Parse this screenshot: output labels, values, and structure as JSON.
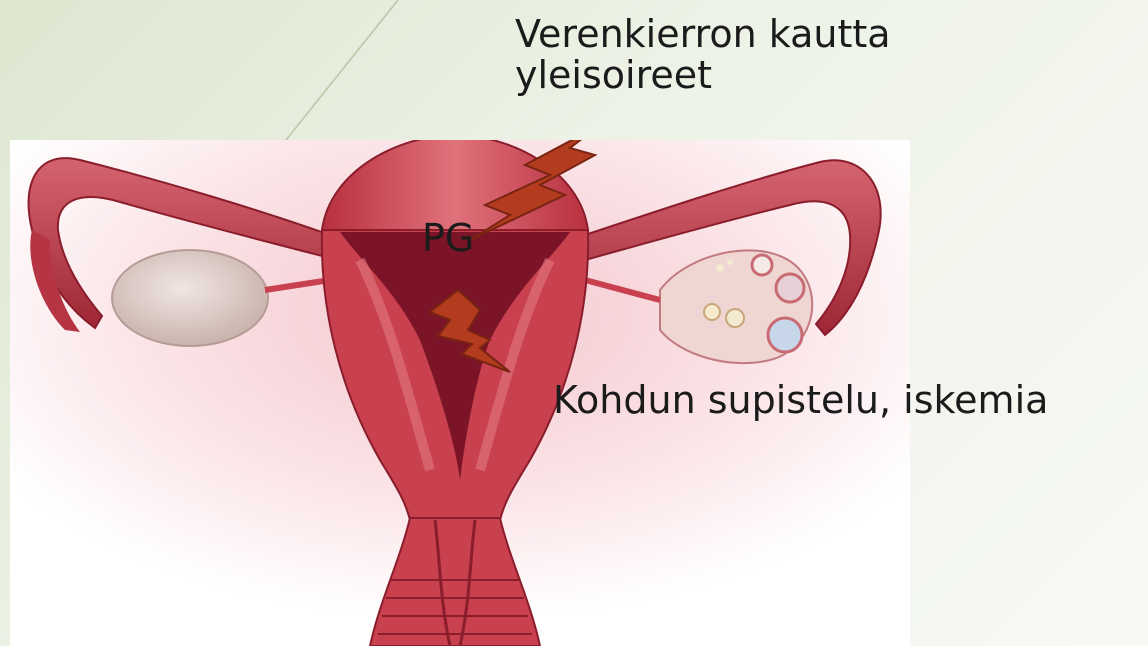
{
  "labels": {
    "systemic_effects": "Verenkierron kautta yleisoireet",
    "prostaglandin": "PG",
    "contraction_ischemia": "Kohdun supistelu, iskemia"
  },
  "colors": {
    "background_light": "#f7f9f5",
    "background_tint": "#dde7cf",
    "bullet_accent": "#8ab33f",
    "uterus_body": "#c9404f",
    "uterus_dark": "#7a1426",
    "ovary": "#d7c8c3",
    "lightning": "#b33b1e"
  },
  "icons": {
    "bullet": "triangle-bullet-icon",
    "lightning": "lightning-bolt-icon"
  }
}
